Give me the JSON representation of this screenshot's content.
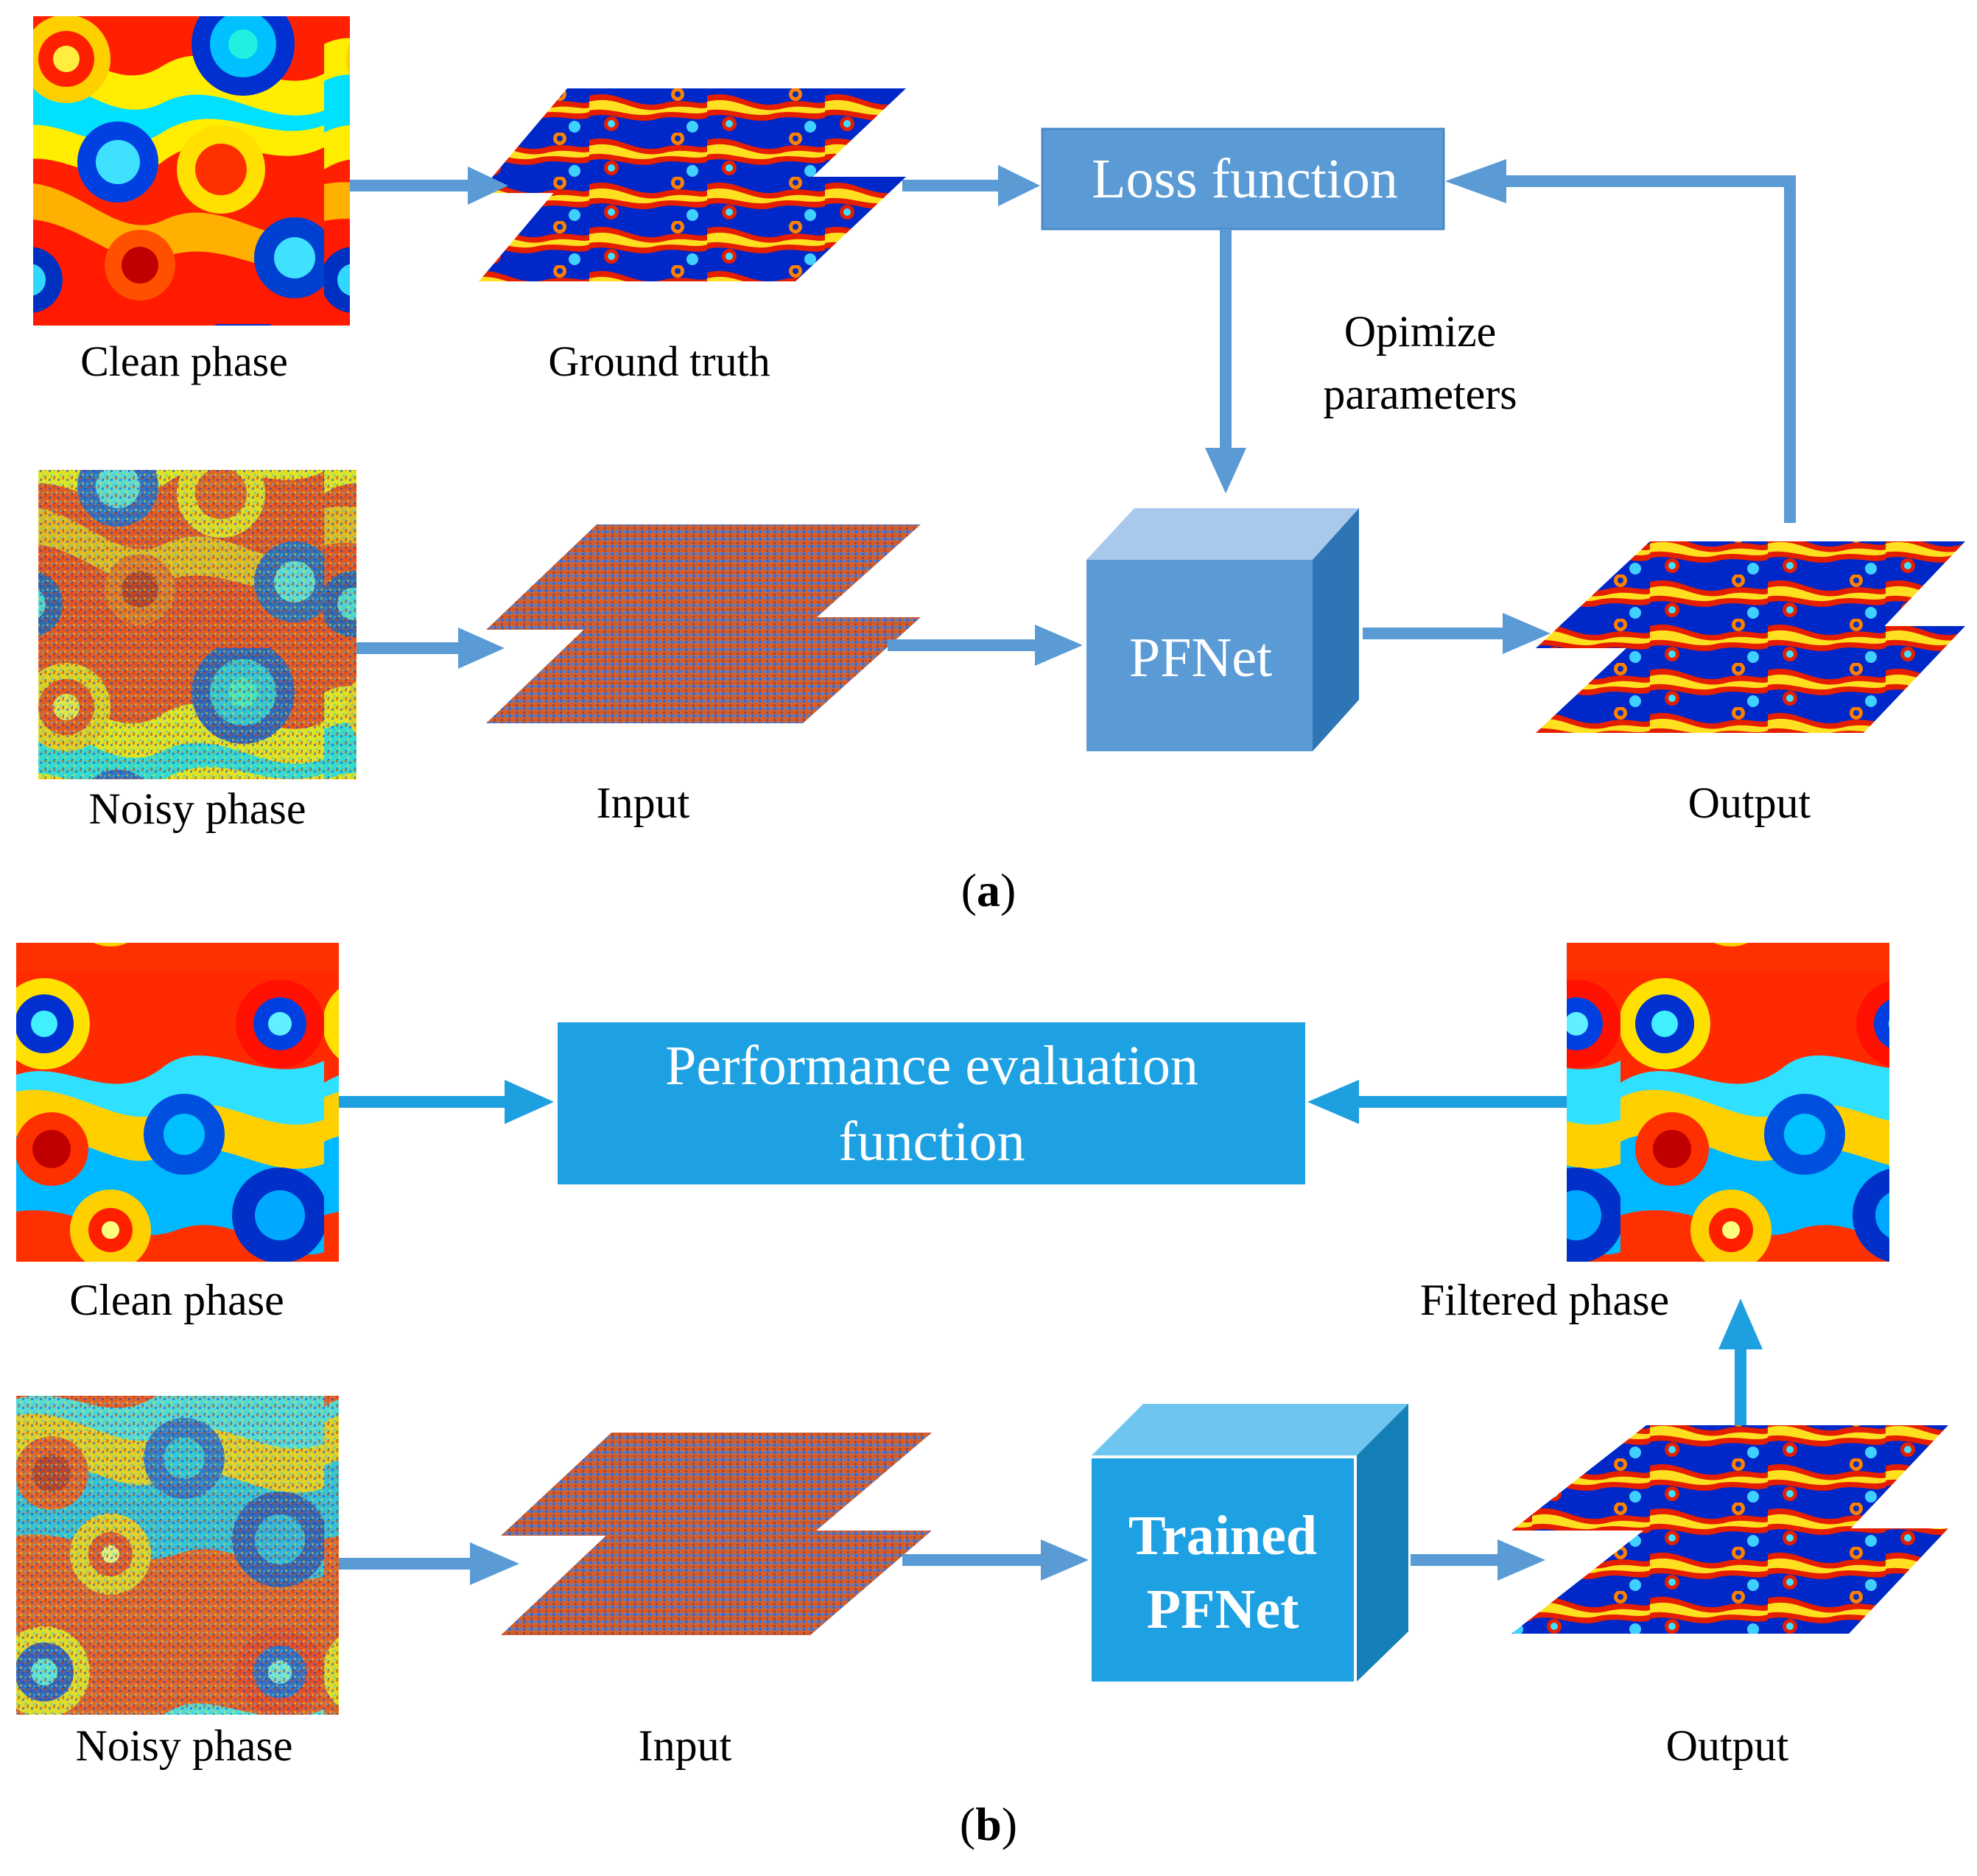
{
  "colors": {
    "arrow": "#5b9bd5",
    "arrow_b": "#1e9fdf",
    "box_a": "#5b9bd5",
    "box_a_top": "#a9c9ec",
    "box_a_side": "#2e75b6",
    "box_b": "#1ea1e2",
    "box_b_top": "#6ec6f0",
    "box_b_side": "#1580b8",
    "box_text": "#ffffff",
    "label": "#000000"
  },
  "part_a": {
    "clean_phase_label": "Clean phase",
    "ground_truth_label": "Ground truth",
    "loss_function_label": "Loss function",
    "optimize_label_line1": "Opimize",
    "optimize_label_line2": "parameters",
    "noisy_phase_label": "Noisy phase",
    "input_label": "Input",
    "network_label": "PFNet",
    "output_label": "Output",
    "caption_letter": "a"
  },
  "part_b": {
    "clean_phase_label": "Clean phase",
    "evaluation_line1": "Performance evaluation",
    "evaluation_line2": "function",
    "filtered_phase_label": "Filtered phase",
    "noisy_phase_label": "Noisy phase",
    "input_label": "Input",
    "network_line1": "Trained",
    "network_line2": "PFNet",
    "output_label": "Output",
    "caption_letter": "b"
  }
}
